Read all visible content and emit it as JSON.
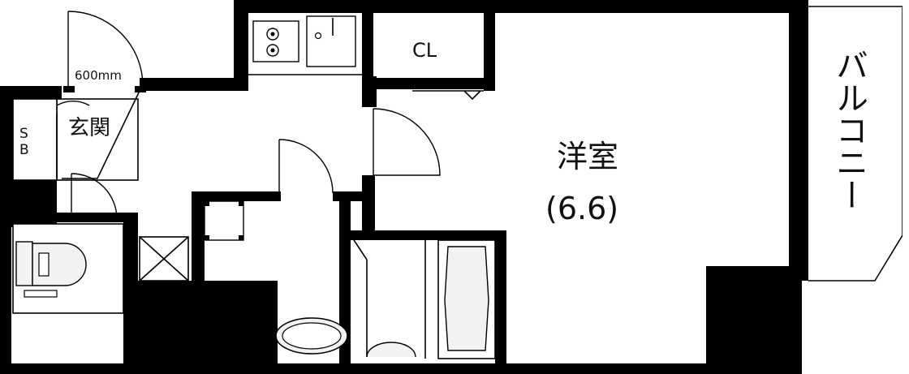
{
  "labels": {
    "entrance_width": "600mm",
    "entrance": "玄関",
    "shoe_box": "SB",
    "closet": "CL",
    "western_room": "洋室",
    "room_size": "(6.6)",
    "balcony": "バルコニー"
  },
  "colors": {
    "wall": "#000000",
    "floor": "#ffffff",
    "fixture_fill": "#f2f2f2"
  },
  "icons": {
    "stove": "stove-icon",
    "sink": "kitchen-sink-icon",
    "toilet": "toilet-icon",
    "washbasin": "washbasin-icon",
    "bathtub": "bathtub-icon",
    "laundry": "washing-machine-pan-icon",
    "pipe_shaft": "pipe-shaft-icon"
  }
}
